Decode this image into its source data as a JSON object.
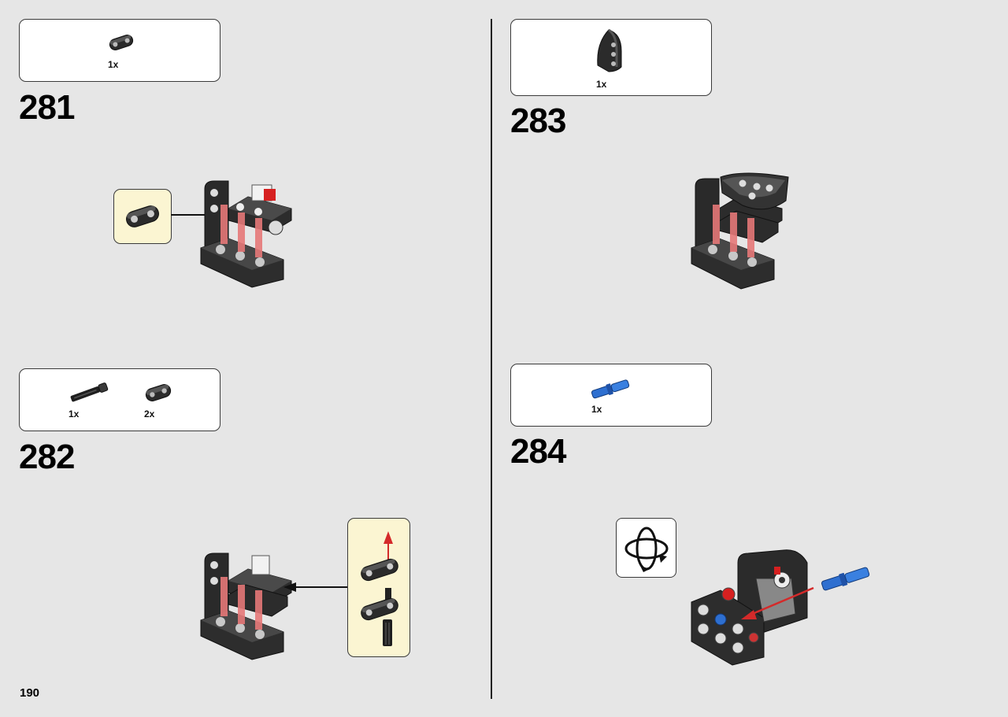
{
  "page": {
    "number": "190"
  },
  "steps": [
    {
      "number": "281",
      "parts": [
        {
          "quantity": "1x",
          "part_icon": "beam-2-icon"
        }
      ]
    },
    {
      "number": "282",
      "parts": [
        {
          "quantity": "1x",
          "part_icon": "axle-icon"
        },
        {
          "quantity": "2x",
          "part_icon": "beam-2-icon"
        }
      ]
    },
    {
      "number": "283",
      "parts": [
        {
          "quantity": "1x",
          "part_icon": "triangle-panel-icon"
        }
      ]
    },
    {
      "number": "284",
      "parts": [
        {
          "quantity": "1x",
          "part_icon": "blue-pin-icon"
        }
      ]
    }
  ],
  "colors": {
    "background": "#e6e6e6",
    "callout": "#fbf5d2",
    "brick_black": "#262626",
    "axle_red": "#e06a6a",
    "arrow_red": "#d42a2a",
    "pin_blue": "#2e6fd0"
  }
}
